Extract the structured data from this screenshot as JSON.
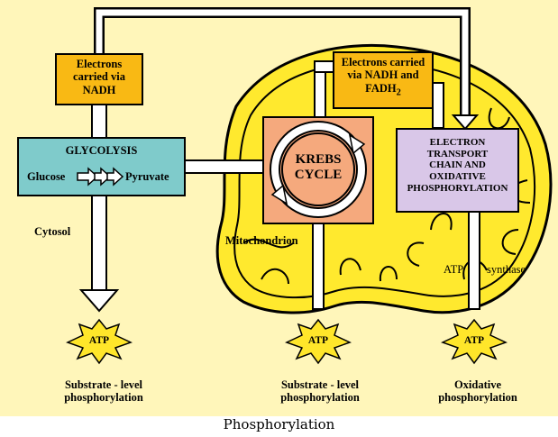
{
  "colors": {
    "background": "#FFF6BA",
    "mitochondrion": "#FFE92E",
    "cristae": "#F5D21F",
    "glycolysis_box": "#7FCBCB",
    "nadh_box": "#F9B914",
    "krebs_box": "#F5A97D",
    "etc_box": "#D9C7E8",
    "atp_burst": "#FFE62A"
  },
  "boxes": {
    "nadh_left": "Electrons carried via NADH",
    "nadh_fadh_line1": "Electrons carried",
    "nadh_fadh_line2": "via NADH and",
    "nadh_fadh_line3": "FADH",
    "nadh_fadh_sub": "2",
    "glycolysis_title": "GLYCOLYSIS",
    "glucose": "Glucose",
    "pyruvate": "Pyruvate",
    "krebs_line1": "KREBS",
    "krebs_line2": "CYCLE",
    "etc_line1": "ELECTRON",
    "etc_line2": "TRANSPORT",
    "etc_line3": "CHAIN AND",
    "etc_line4": "OXIDATIVE",
    "etc_line5": "PHOSPHORYLATION"
  },
  "labels": {
    "cytosol": "Cytosol",
    "mitochondrion": "Mitochondrion",
    "atp_synthase_1": "ATP",
    "atp_synthase_2": "synthase"
  },
  "atp": [
    "ATP",
    "ATP",
    "ATP"
  ],
  "outcomes": {
    "substrate_1_line1": "Substrate - level",
    "substrate_1_line2": "phosphorylation",
    "substrate_2_line1": "Substrate - level",
    "substrate_2_line2": "phosphorylation",
    "oxidative_line1": "Oxidative",
    "oxidative_line2": "phosphorylation"
  },
  "caption": "Phosphorylation"
}
